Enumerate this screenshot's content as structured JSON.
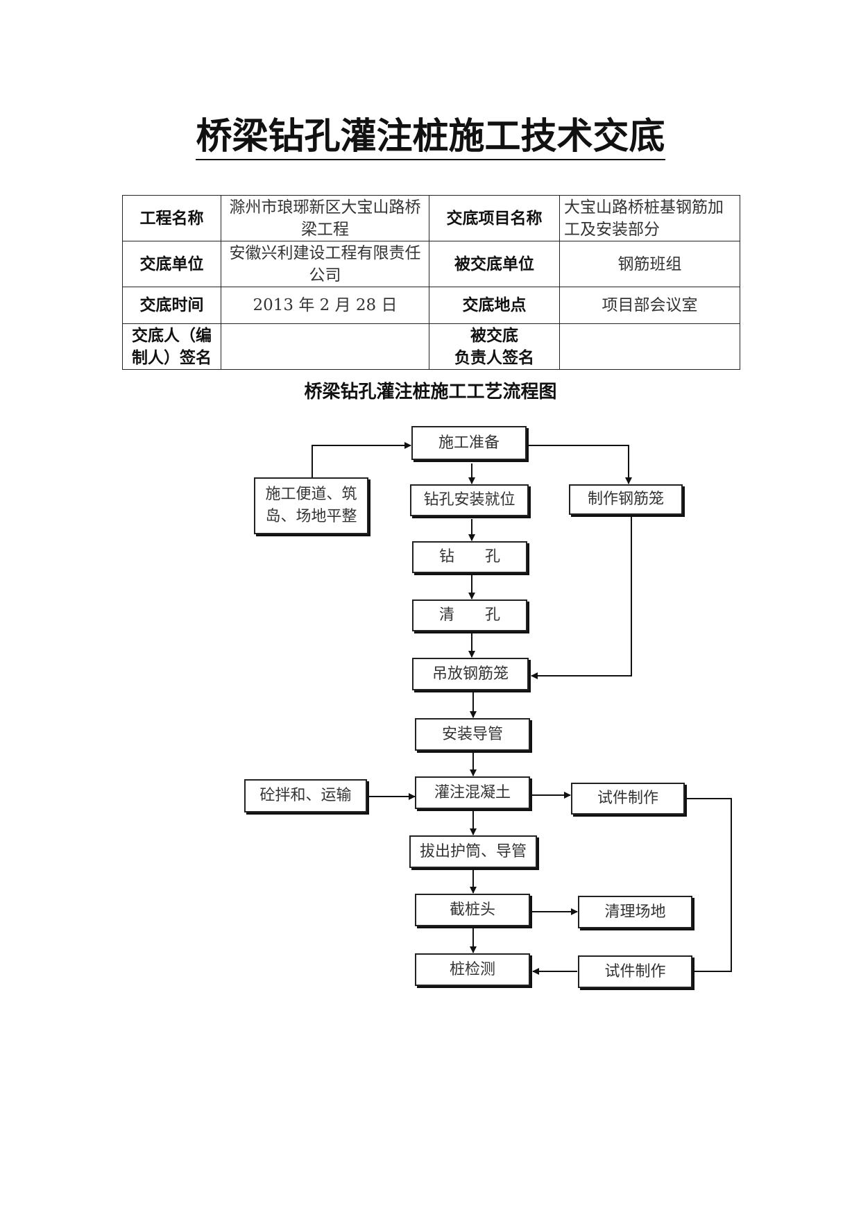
{
  "document": {
    "title": "桥梁钻孔灌注桩施工技术交底"
  },
  "info_table": {
    "project_name_label": "工程名称",
    "project_name_value": "滁州市琅琊新区大宝山路桥梁工程",
    "item_name_label": "交底项目名称",
    "item_name_value": "大宝山路桥桩基钢筋加工及安装部分",
    "unit_label": "交底单位",
    "unit_value": "安徽兴利建设工程有限责任公司",
    "receiver_label": "被交底单位",
    "receiver_value": "钢筋班组",
    "time_label": "交底时间",
    "time_value": "2013 年 2 月 28 日",
    "place_label": "交底地点",
    "place_value": "项目部会议室",
    "signer_label_line1": "交底人（编",
    "signer_label_line2": "制人）签名",
    "signer_value": "",
    "receiver_signer_label_line1": "被交底",
    "receiver_signer_label_line2": "负责人签名",
    "receiver_signer_value": ""
  },
  "flowchart": {
    "title": "桥梁钻孔灌注桩施工工艺流程图",
    "steps": {
      "prepare": "施工准备",
      "site_prep_line1": "施工便道、筑",
      "site_prep_line2": "岛、场地平整",
      "drill_setup": "钻孔安装就位",
      "make_cage": "制作钢筋笼",
      "drill": "钻　　孔",
      "clean_hole": "清　　孔",
      "lift_cage": "吊放钢筋笼",
      "install_pipe": "安装导管",
      "mix_transport": "砼拌和、运输",
      "pour_concrete": "灌注混凝土",
      "test_specimen_1": "试件制作",
      "pull_casing": "拔出护筒、导管",
      "cut_pile_head": "截桩头",
      "clean_site": "清理场地",
      "pile_test": "桩检测",
      "test_specimen_2": "试件制作"
    }
  }
}
